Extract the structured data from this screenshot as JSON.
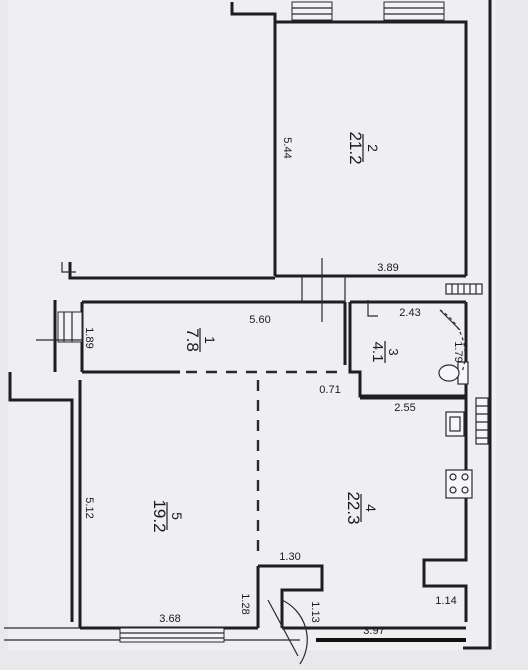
{
  "rooms": [
    {
      "number": "2",
      "area": "21.2"
    },
    {
      "number": "1",
      "area": "7.8"
    },
    {
      "number": "3",
      "area": "4.1"
    },
    {
      "number": "5",
      "area": "19.2"
    },
    {
      "number": "4",
      "area": "22.3"
    }
  ],
  "dimensions": {
    "d_5_44": "5.44",
    "d_3_89": "3.89",
    "d_5_60": "5.60",
    "d_1_89": "1.89",
    "d_2_43": "2.43",
    "d_1_79": "1.79",
    "d_0_71": "0.71",
    "d_2_55": "2.55",
    "d_5_12": "5.12",
    "d_1_30": "1.30",
    "d_1_28": "1.28",
    "d_1_13": "1.13",
    "d_3_68": "3.68",
    "d_3_97": "3.97",
    "d_1_14": "1.14"
  },
  "colors": {
    "paper": "#e9e9ec",
    "ink": "#1e1e22"
  },
  "icons": [
    "door-swing-icon",
    "toilet-icon",
    "sink-icon",
    "stove-icon",
    "radiator-icon"
  ]
}
